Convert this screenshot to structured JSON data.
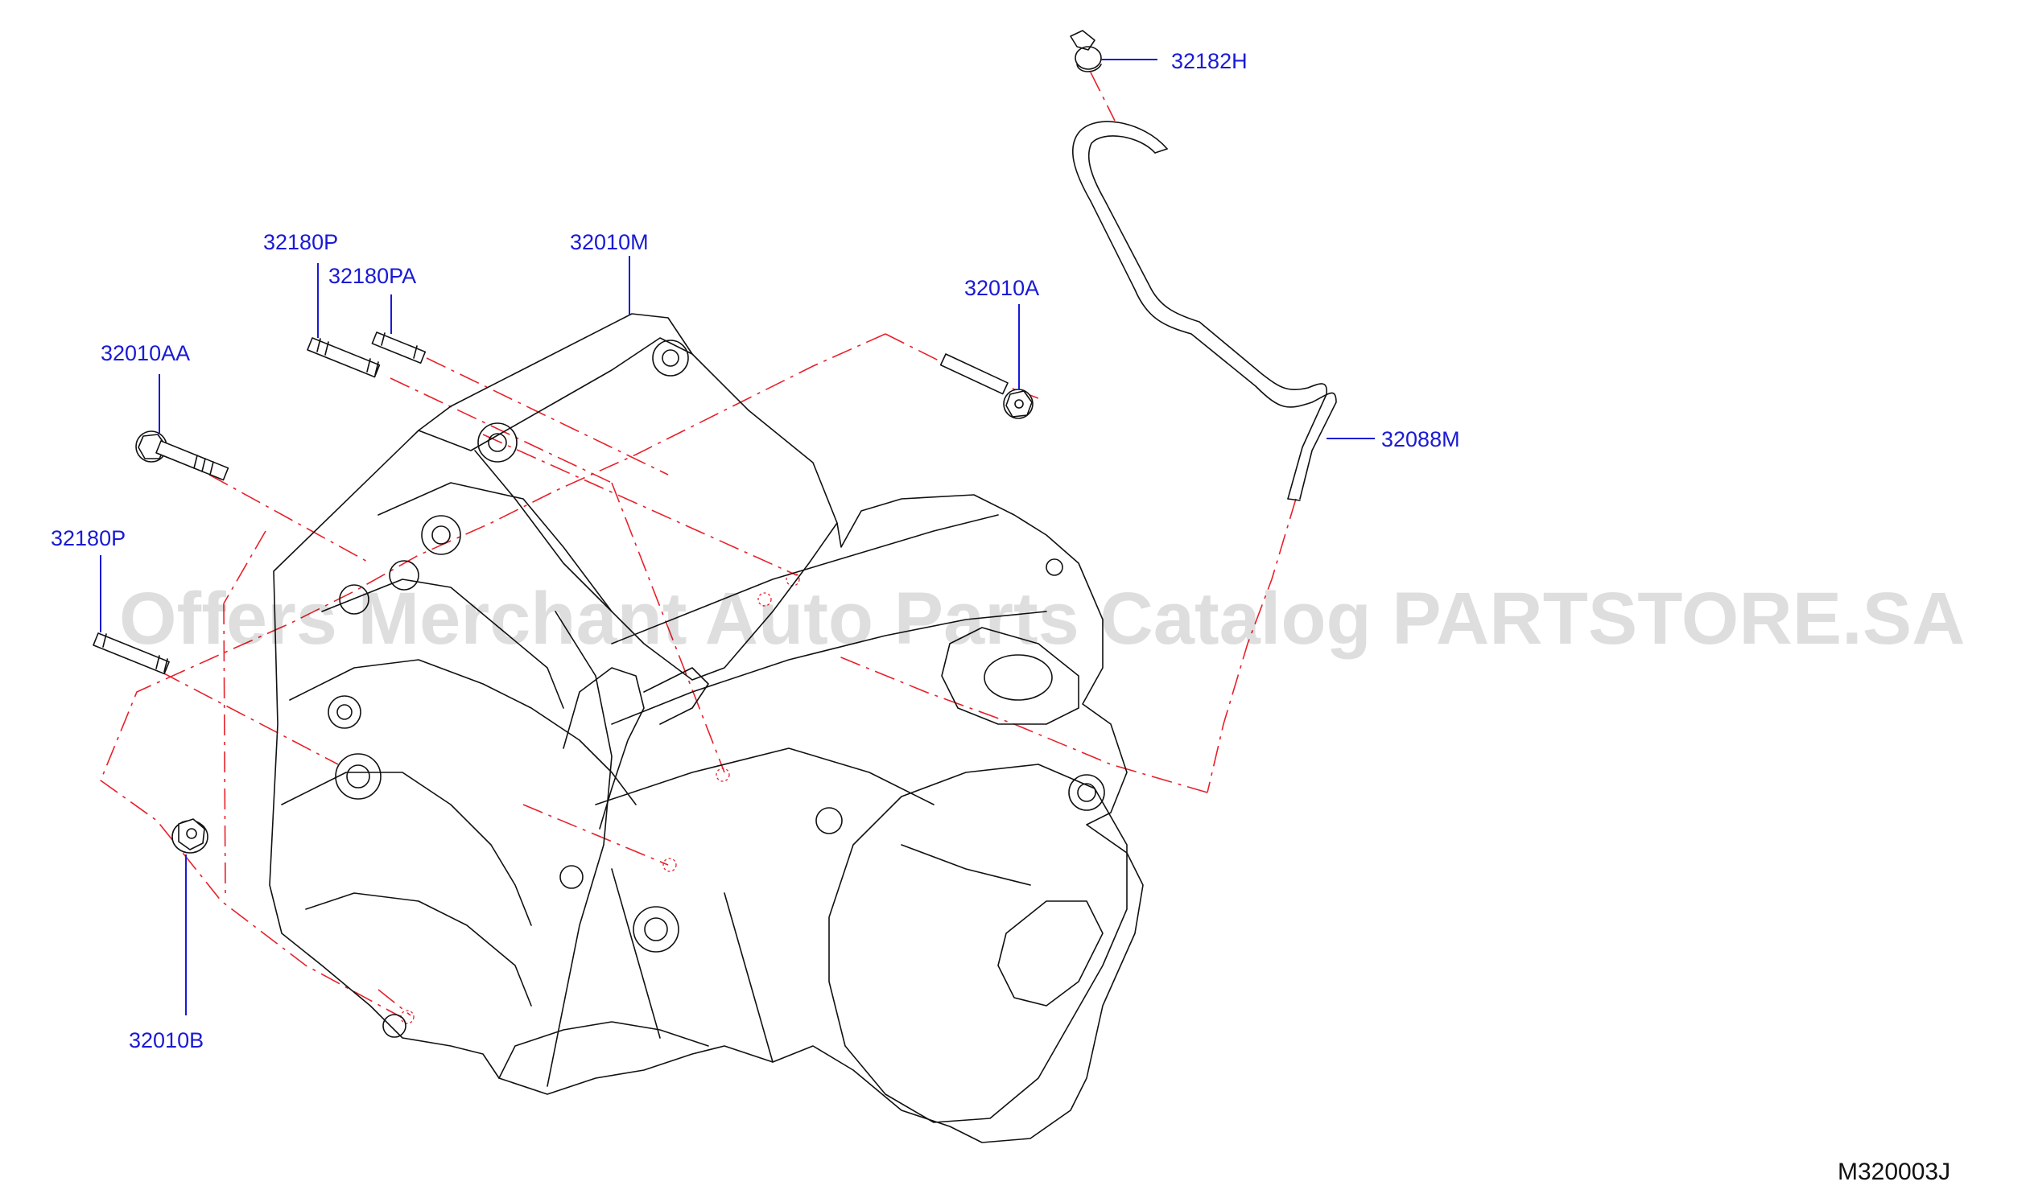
{
  "parts": {
    "p32182H": "32182H",
    "p32010M": "32010M",
    "p32180P_top": "32180P",
    "p32180PA": "32180PA",
    "p32010A": "32010A",
    "p32010AA": "32010AA",
    "p32088M": "32088M",
    "p32180P_left": "32180P",
    "p32010B": "32010B"
  },
  "watermark": "Offers Merchant Auto Parts Catalog PARTSTORE.SA",
  "diagram_code": "M320003J",
  "colors": {
    "label": "#1a1ad6",
    "leader_dash": "#e8202a",
    "outline": "#111111"
  }
}
